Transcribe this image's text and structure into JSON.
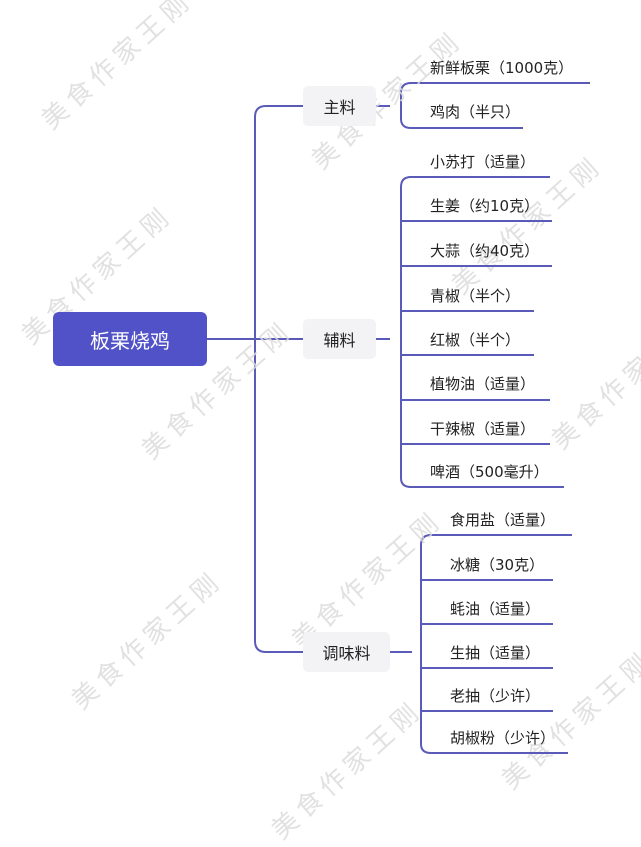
{
  "watermark": "美食作家王刚",
  "root": {
    "label": "板栗烧鸡"
  },
  "branches": [
    {
      "label": "主料",
      "items": [
        "新鲜板栗（1000克）",
        "鸡肉（半只）"
      ]
    },
    {
      "label": "辅料",
      "items": [
        "小苏打（适量）",
        "生姜（约10克）",
        "大蒜（约40克）",
        "青椒（半个）",
        "红椒（半个）",
        "植物油（适量）",
        "干辣椒（适量）",
        "啤酒（500毫升）"
      ]
    },
    {
      "label": "调味料",
      "items": [
        "食用盐（适量）",
        "冰糖（30克）",
        "蚝油（适量）",
        "生抽（适量）",
        "老抽（少许）",
        "胡椒粉（少许）"
      ]
    }
  ],
  "colors": {
    "accent": "#5252c8",
    "line": "#5a5ab8",
    "branch_bg": "#f3f3f6"
  }
}
